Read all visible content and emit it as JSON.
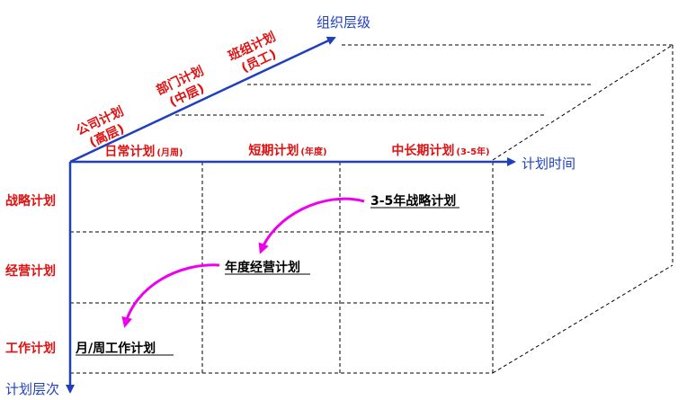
{
  "axes": {
    "org_axis_label": "组织层级",
    "time_axis_label": "计划时间",
    "level_axis_label": "计划层次"
  },
  "org_levels": [
    {
      "line1": "公司计划",
      "line2": "(高层)"
    },
    {
      "line1": "部门计划",
      "line2": "(中层)"
    },
    {
      "line1": "班组计划",
      "line2": "(员工)"
    }
  ],
  "time_periods": [
    {
      "main": "日常计划",
      "sub": "(月周)"
    },
    {
      "main": "短期计划",
      "sub": "(年度)"
    },
    {
      "main": "中长期计划",
      "sub": "(3-5年)"
    }
  ],
  "plan_levels": [
    "战略计划",
    "经营计划",
    "工作计划"
  ],
  "cells": {
    "strategic": "3-5年战略计划",
    "annual": "年度经营计划",
    "monthly": "月/周工作计划"
  },
  "colors": {
    "axis": "#1f3fbf",
    "label_red": "#e01010",
    "arrow": "#ee00ee",
    "grid": "#000000"
  }
}
